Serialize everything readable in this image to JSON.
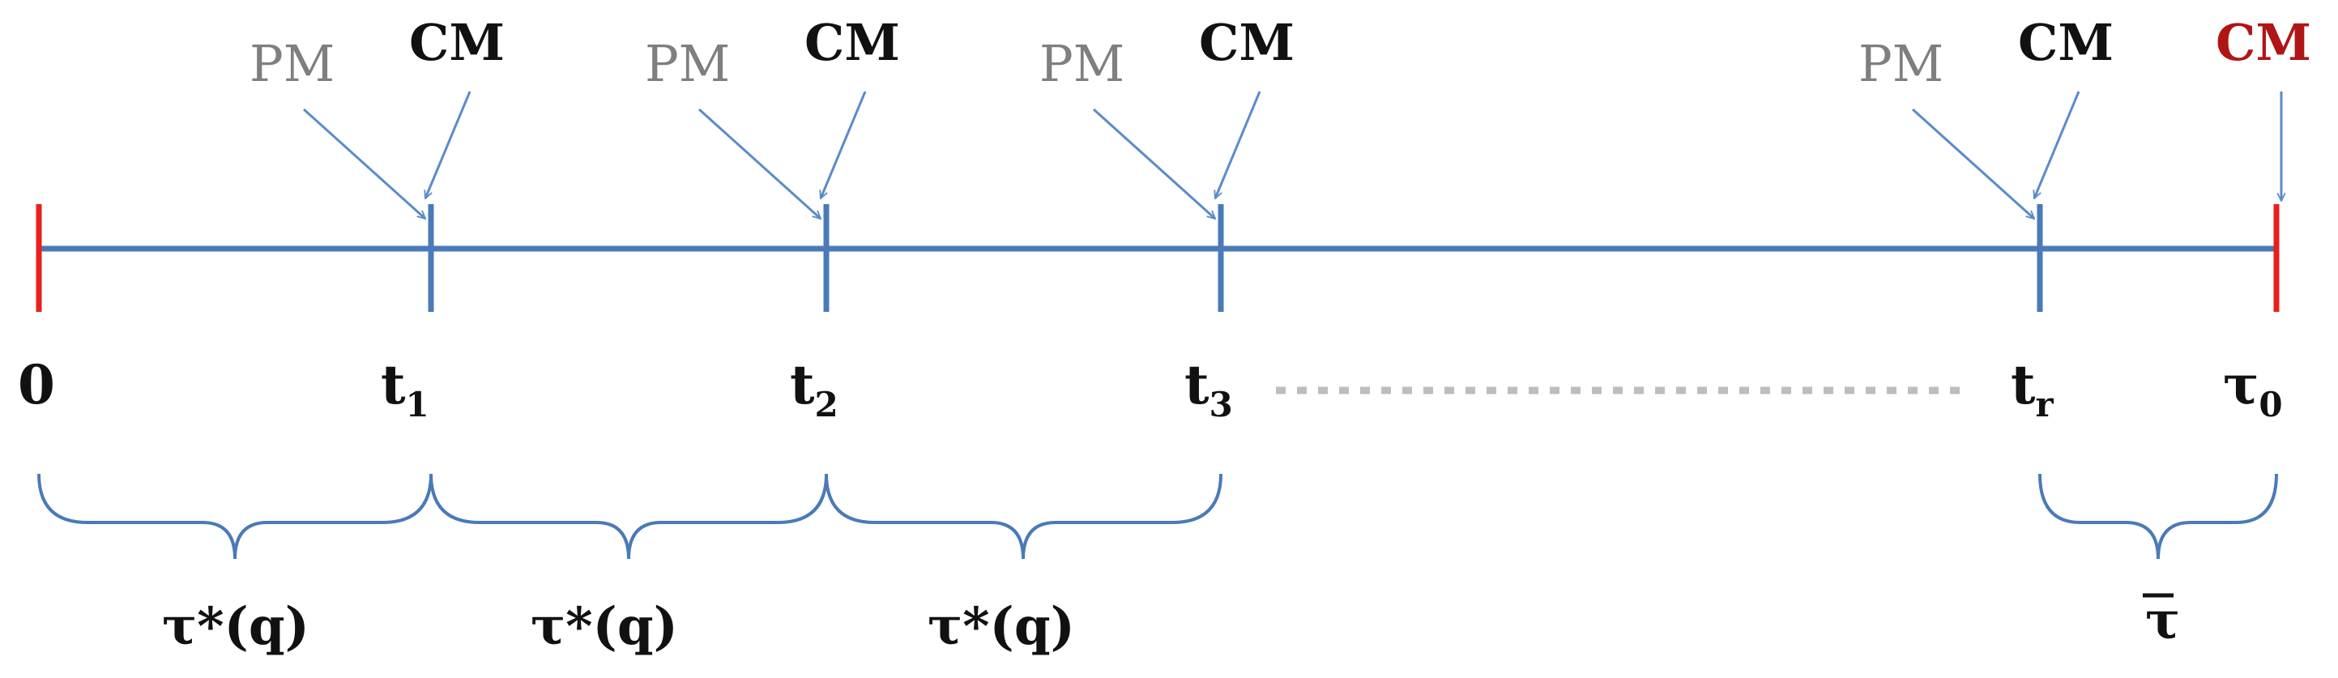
{
  "colors": {
    "axis": "#4a7ab8",
    "arrow": "#5b8bc9",
    "red": "#e8201c",
    "pm_text": "#7f7f7f",
    "cm_text": "#111111",
    "cm_final_text": "#b01515",
    "dots": "#bdbdbd",
    "brace": "#4a7ab8"
  },
  "labels": {
    "pm": "PM",
    "cm": "CM",
    "origin": "0",
    "t": "t",
    "tau": "τ",
    "tau_bar": "τ",
    "tau_star": "τ*(q)",
    "sub_1": "1",
    "sub_2": "2",
    "sub_3": "3",
    "sub_r": "r",
    "sub_0": "0"
  }
}
